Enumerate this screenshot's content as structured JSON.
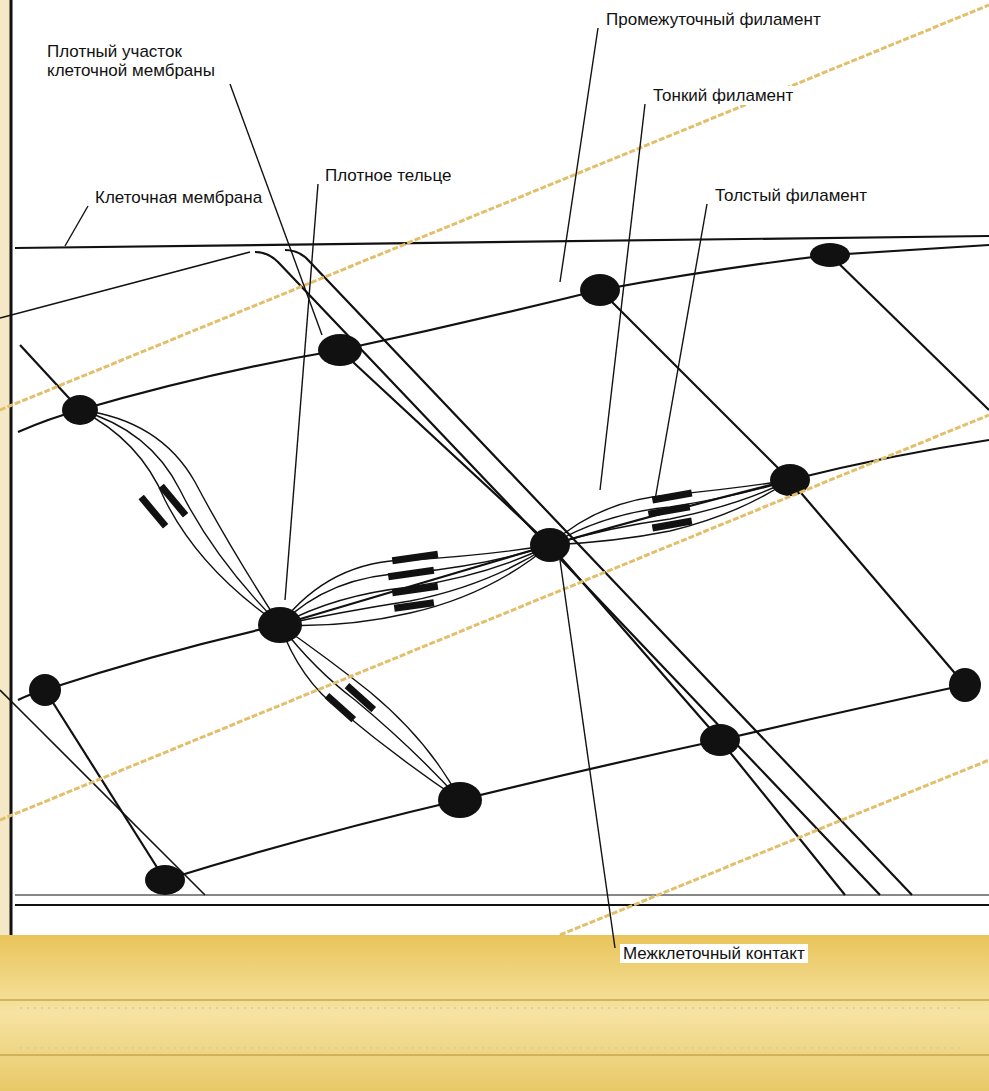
{
  "diagram": {
    "labels": [
      "Плотный участок клеточной мембраны",
      "Промежуточный филамент",
      "Тонкий филамент",
      "Плотное тельце",
      "Клеточная мембрана",
      "Толстый филамент",
      "Межклеточный контакт"
    ]
  }
}
